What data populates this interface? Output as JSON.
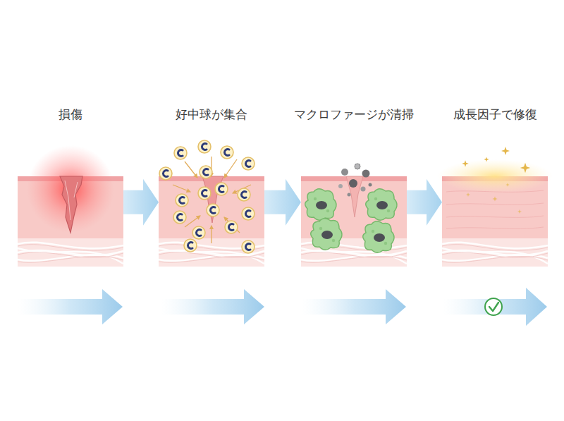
{
  "diagram": {
    "nodes": [
      {
        "text": [
          "損傷"
        ]
      },
      {
        "text": [
          "好中球が集合"
        ]
      },
      {
        "text": [
          "マクロファージが清掃"
        ]
      },
      {
        "text": [
          "成長因子で修復"
        ]
      }
    ],
    "edges": [
      {
        "from": 0,
        "to": 1,
        "arrow": "to"
      },
      {
        "from": 1,
        "to": 2,
        "arrow": "to"
      },
      {
        "from": 2,
        "to": 3,
        "arrow": "to"
      }
    ]
  }
}
